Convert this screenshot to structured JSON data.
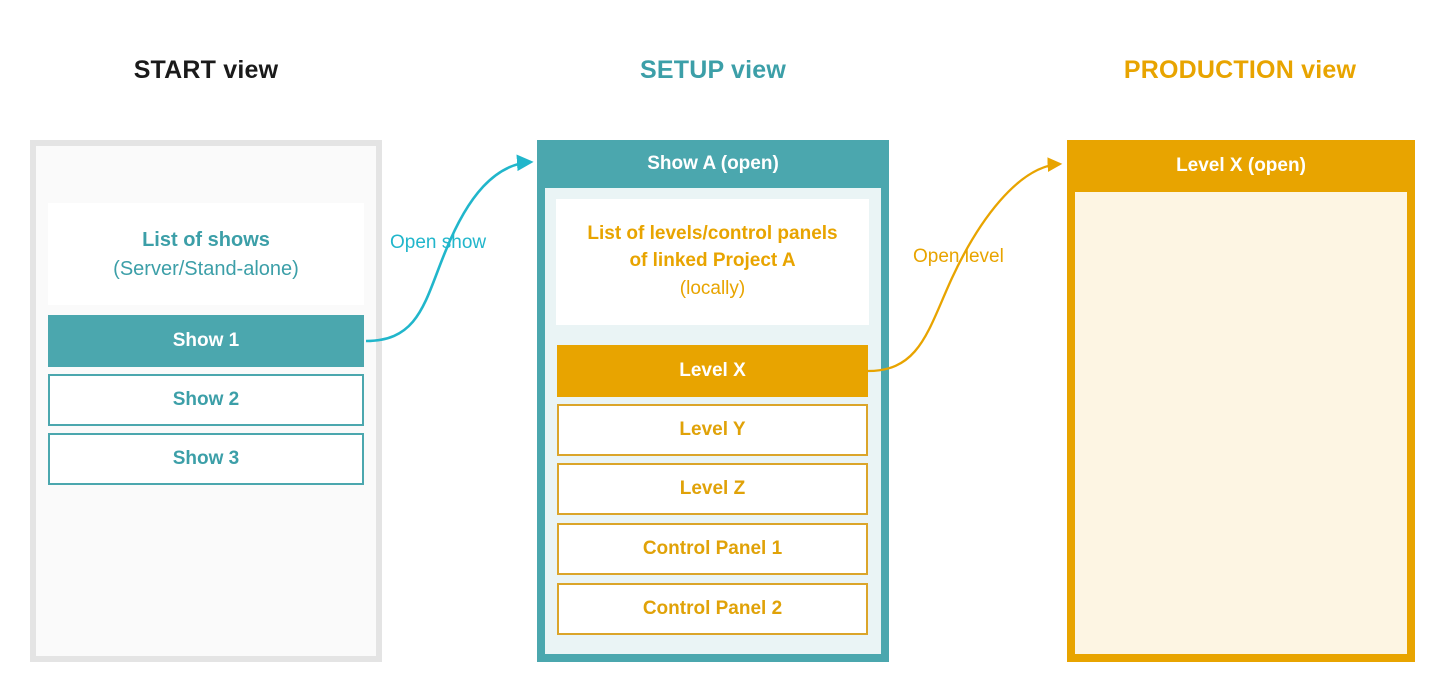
{
  "columns": {
    "start": {
      "title": "START view",
      "color": "#1a1a1a"
    },
    "setup": {
      "title": "SETUP view",
      "color": "#3c9fa8"
    },
    "production": {
      "title": "PRODUCTION view",
      "color": "#e8a400"
    }
  },
  "start_panel": {
    "info": {
      "line1": "List of shows",
      "line2": "(Server/Stand-alone)"
    },
    "items": [
      {
        "label": "Show 1",
        "state": "selected"
      },
      {
        "label": "Show 2",
        "state": "normal"
      },
      {
        "label": "Show 3",
        "state": "normal"
      }
    ]
  },
  "setup_panel": {
    "header": "Show A (open)",
    "info": {
      "line1": "List of levels/control panels",
      "line2": "of linked Project A",
      "line3": "(locally)"
    },
    "items": [
      {
        "label": "Level X",
        "state": "selected"
      },
      {
        "label": "Level Y",
        "state": "normal"
      },
      {
        "label": "Level Z",
        "state": "normal"
      },
      {
        "label": "Control Panel 1",
        "state": "normal"
      },
      {
        "label": "Control Panel 2",
        "state": "normal"
      }
    ]
  },
  "production_panel": {
    "header": "Level X (open)"
  },
  "arrows": [
    {
      "label": "Open show",
      "color": "#21b6cb",
      "from": "Show 1",
      "to": "Show A (open)"
    },
    {
      "label": "Open level",
      "color": "#e8a400",
      "from": "Level X",
      "to": "Level X (open)"
    }
  ],
  "palette": {
    "teal": "#4ba7ae",
    "teal_text": "#3c9fa8",
    "cyan_arrow": "#21b6cb",
    "gold": "#e8a400",
    "gold_outline": "#dba52a",
    "cream": "#fdf5e3",
    "panel_grey": "#e4e4e4"
  }
}
